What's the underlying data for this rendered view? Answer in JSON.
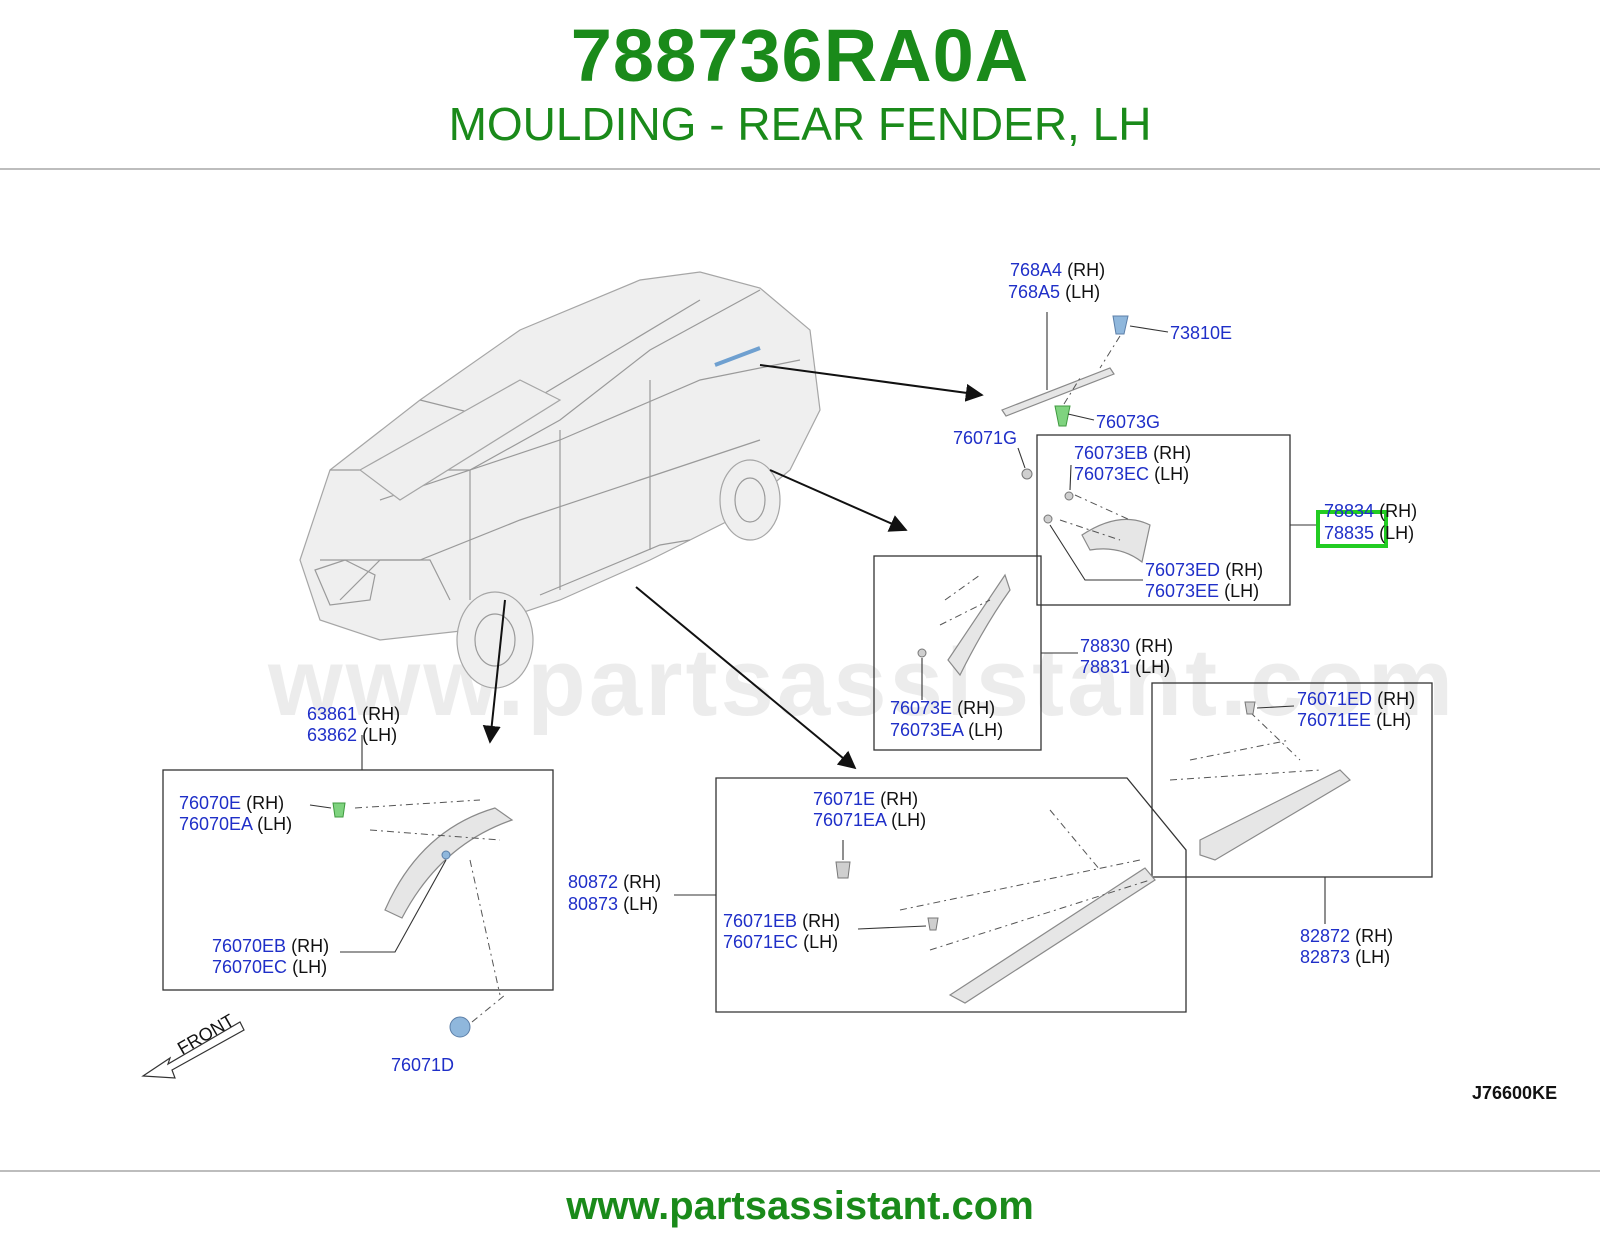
{
  "header": {
    "part_number": "788736RA0A",
    "part_name": "MOULDING - REAR FENDER, LH"
  },
  "watermark": "www.partsassistant.com",
  "footer": {
    "url": "www.partsassistant.com"
  },
  "diagram": {
    "ref_code": "J76600KE",
    "front_label": "FRONT",
    "highlighted_part": "78835",
    "callouts": [
      {
        "id": "c768a4",
        "code": "768A4",
        "side": "(RH)"
      },
      {
        "id": "c768a5",
        "code": "768A5",
        "side": "(LH)"
      },
      {
        "id": "c73810e",
        "code": "73810E",
        "side": ""
      },
      {
        "id": "c76073g",
        "code": "76073G",
        "side": ""
      },
      {
        "id": "c76071g",
        "code": "76071G",
        "side": ""
      },
      {
        "id": "c76073eb",
        "code": "76073EB",
        "side": "(RH)"
      },
      {
        "id": "c76073ec",
        "code": "76073EC",
        "side": "(LH)"
      },
      {
        "id": "c78834",
        "code": "78834",
        "side": "(RH)"
      },
      {
        "id": "c78835",
        "code": "78835",
        "side": "(LH)"
      },
      {
        "id": "c76073ed",
        "code": "76073ED",
        "side": "(RH)"
      },
      {
        "id": "c76073ee",
        "code": "76073EE",
        "side": "(LH)"
      },
      {
        "id": "c78830",
        "code": "78830",
        "side": "(RH)"
      },
      {
        "id": "c78831",
        "code": "78831",
        "side": "(LH)"
      },
      {
        "id": "c76073e",
        "code": "76073E",
        "side": "(RH)"
      },
      {
        "id": "c76073ea",
        "code": "76073EA",
        "side": "(LH)"
      },
      {
        "id": "c76071ed",
        "code": "76071ED",
        "side": "(RH)"
      },
      {
        "id": "c76071ee",
        "code": "76071EE",
        "side": "(LH)"
      },
      {
        "id": "c63861",
        "code": "63861",
        "side": "(RH)"
      },
      {
        "id": "c63862",
        "code": "63862",
        "side": "(LH)"
      },
      {
        "id": "c76070e",
        "code": "76070E",
        "side": "(RH)"
      },
      {
        "id": "c76070ea",
        "code": "76070EA",
        "side": "(LH)"
      },
      {
        "id": "c76070eb",
        "code": "76070EB",
        "side": "(RH)"
      },
      {
        "id": "c76070ec",
        "code": "76070EC",
        "side": "(LH)"
      },
      {
        "id": "c76071d",
        "code": "76071D",
        "side": ""
      },
      {
        "id": "c76071e",
        "code": "76071E",
        "side": "(RH)"
      },
      {
        "id": "c76071ea",
        "code": "76071EA",
        "side": "(LH)"
      },
      {
        "id": "c80872",
        "code": "80872",
        "side": "(RH)"
      },
      {
        "id": "c80873",
        "code": "80873",
        "side": "(LH)"
      },
      {
        "id": "c76071eb",
        "code": "76071EB",
        "side": "(RH)"
      },
      {
        "id": "c76071ec",
        "code": "76071EC",
        "side": "(LH)"
      },
      {
        "id": "c82872",
        "code": "82872",
        "side": "(RH)"
      },
      {
        "id": "c82873",
        "code": "82873",
        "side": "(LH)"
      }
    ],
    "colors": {
      "brand_green": "#1a8a1a",
      "callout_blue": "#1f2fc8",
      "highlight_green": "#22cc22"
    }
  }
}
